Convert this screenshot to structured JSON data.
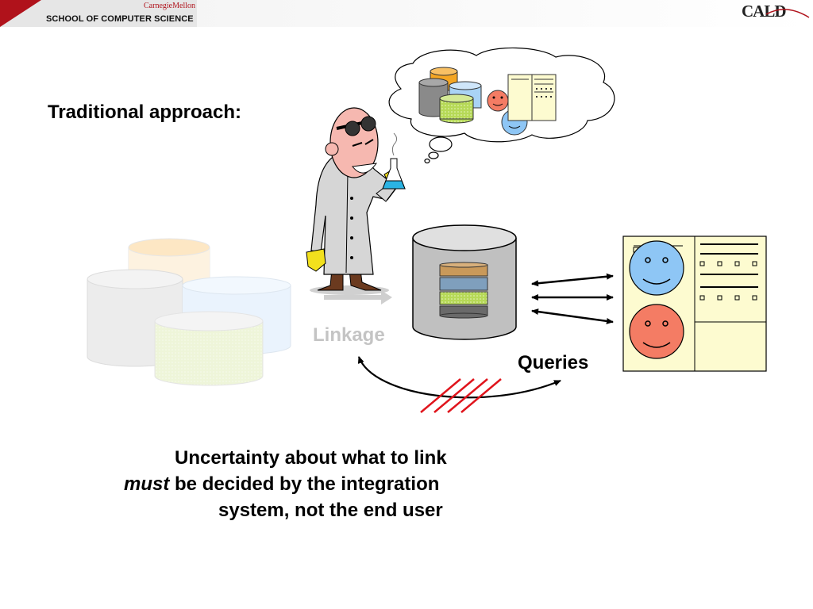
{
  "header": {
    "university_logo": "CarnegieMellon",
    "school": "SCHOOL OF COMPUTER SCIENCE",
    "lab_logo": "CALD",
    "accent_color": "#b0121b"
  },
  "slide": {
    "title": "Traditional approach:",
    "linkage_label": "Linkage",
    "queries_label": "Queries",
    "caption_line1": "Uncertainty about what to link",
    "caption_line2_emphasis": "must",
    "caption_line2_rest": " be decided by the integration",
    "caption_line3": "system, not the end user"
  },
  "icons": [
    "scientist-icon",
    "thought-bubble-icon",
    "database-icon",
    "smiley-face-icon",
    "report-document-icon",
    "arrow-icon",
    "hatch-strike-icon"
  ],
  "colors": {
    "db_orange": "#f5a623",
    "db_blue": "#a9d3f5",
    "db_gray": "#8a8a8a",
    "db_green": "#b6d957",
    "face_blue": "#8ec6f5",
    "face_red": "#f47c64",
    "doc_yellow": "#fdfbd0",
    "strike_red": "#e0141c"
  }
}
